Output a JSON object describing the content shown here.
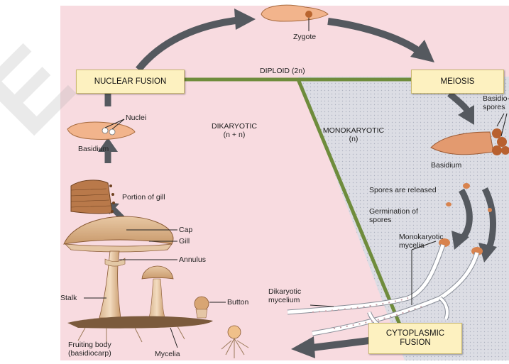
{
  "stages": {
    "nuclear_fusion": "NUCLEAR FUSION",
    "meiosis": "MEIOSIS",
    "cytoplasmic_fusion": "CYTOPLASMIC FUSION"
  },
  "phases": {
    "diploid": "DIPLOID (2n)",
    "dikaryotic_title": "DIKARYOTIC",
    "dikaryotic_ploidy": "(n + n)",
    "monokaryotic_title": "MONOKARYOTIC",
    "monokaryotic_ploidy": "(n)"
  },
  "labels": {
    "zygote": "Zygote",
    "basidiospores_1": "Basidio-",
    "basidiospores_2": "spores",
    "basidium_right": "Basidium",
    "spores_released": "Spores are released",
    "germination_1": "Germination of",
    "germination_2": "spores",
    "mono_mycelia_1": "Monokaryotic",
    "mono_mycelia_2": "mycelia",
    "di_mycelium_1": "Dikaryotic",
    "di_mycelium_2": "mycelium",
    "nuclei": "Nuclei",
    "basidium_left": "Basidium",
    "portion_of_gill": "Portion of gill",
    "cap": "Cap",
    "gill": "Gill",
    "annulus": "Annulus",
    "stalk": "Stalk",
    "button": "Button",
    "fruiting_body_1": "Fruiting body",
    "fruiting_body_2": "(basidiocarp)",
    "mycelia": "Mycelia"
  },
  "colors": {
    "dikaryotic_bg": "#f8dbe0",
    "monokaryotic_bg": "#dcdde4",
    "divider": "#6f8c3c",
    "arrow": "#55595f",
    "box_fill": "#fdf1c0"
  }
}
